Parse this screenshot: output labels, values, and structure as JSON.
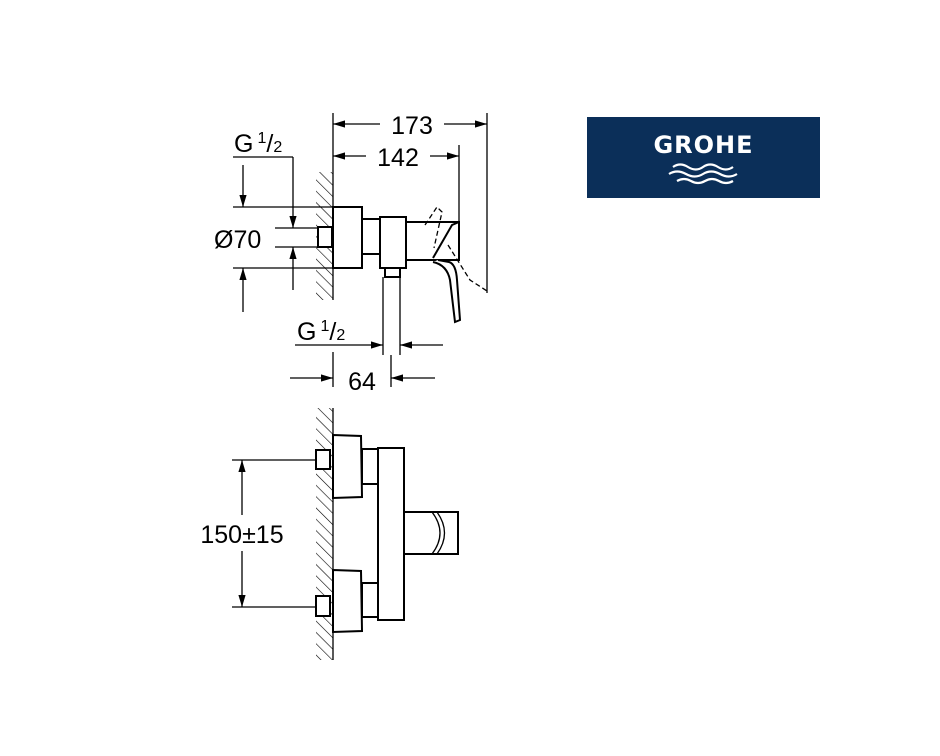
{
  "brand": {
    "name": "GROHE",
    "color": "#0b2f59"
  },
  "top_view": {
    "overall_depth": "173",
    "body_depth": "142",
    "inlet_thread": {
      "prefix": "G",
      "numerator": "1",
      "slash": "/",
      "denominator": "2"
    },
    "flange_diameter": "Ø70",
    "outlet_thread": {
      "prefix": "G",
      "numerator": "1",
      "slash": "/",
      "denominator": "2"
    },
    "outlet_offset": "64"
  },
  "front_view": {
    "inlet_spacing": "150±15"
  }
}
